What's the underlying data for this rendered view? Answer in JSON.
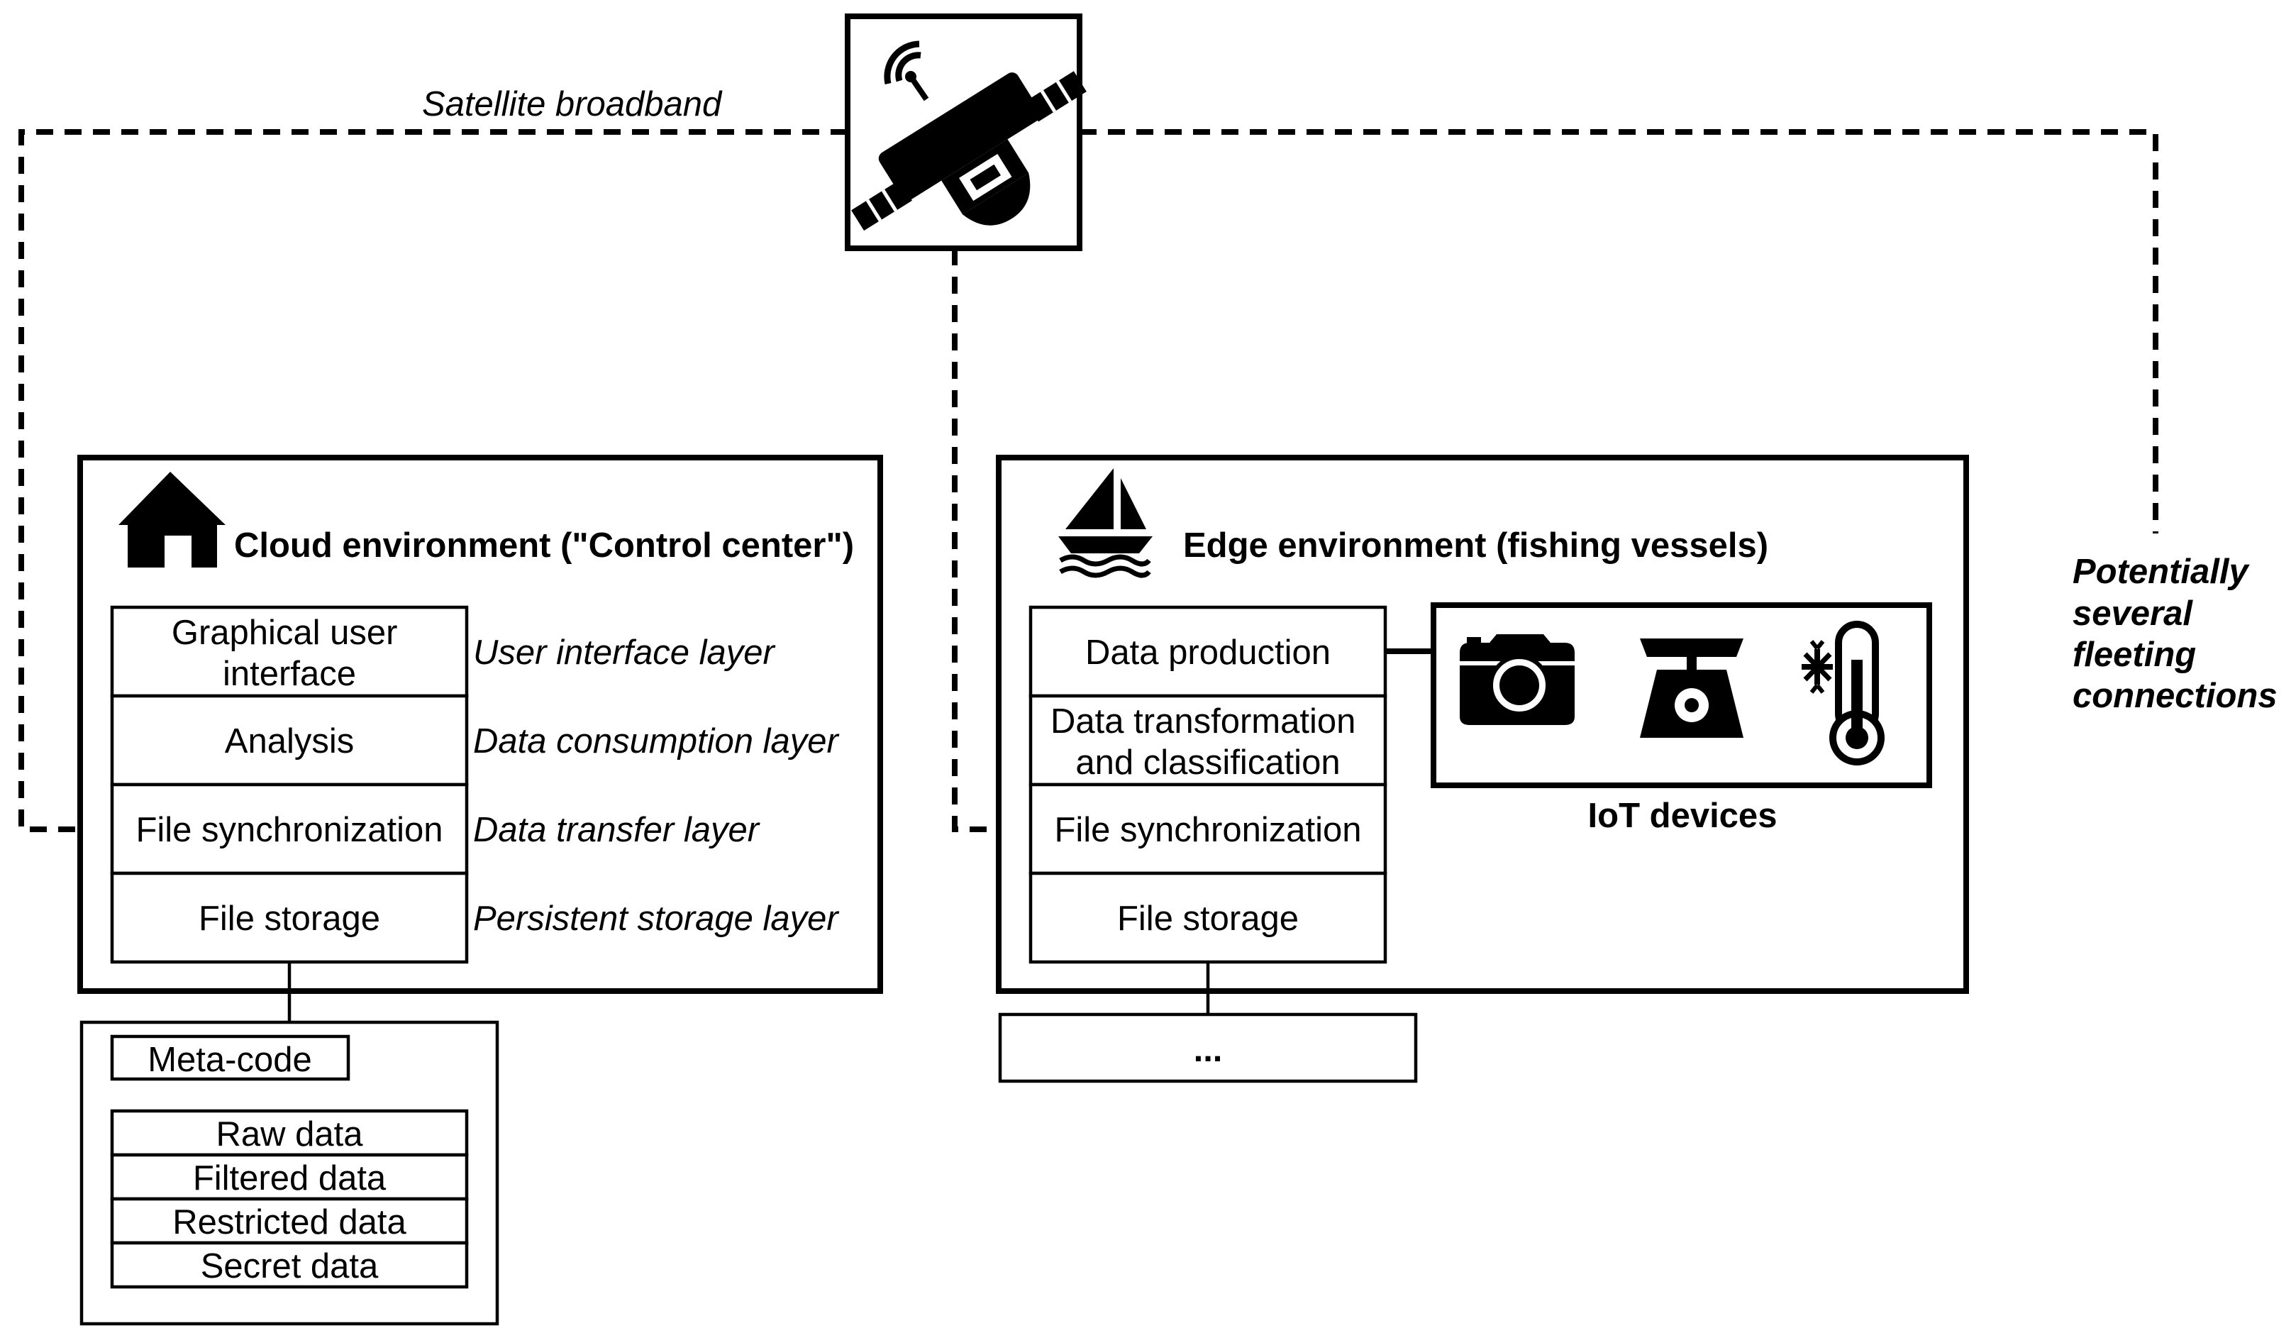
{
  "satellite": {
    "label": "Satellite broadband",
    "icon": "satellite-icon"
  },
  "note": {
    "lines": [
      "Potentially",
      "several",
      "fleeting",
      "connections"
    ]
  },
  "cloud": {
    "title": "Cloud environment (\"Control center\")",
    "icon": "house-icon",
    "stack": [
      {
        "lines": [
          "Graphical user",
          "interface"
        ],
        "layer": "User interface layer"
      },
      {
        "lines": [
          "Analysis"
        ],
        "layer": "Data consumption layer"
      },
      {
        "lines": [
          "File synchronization"
        ],
        "layer": "Data transfer layer"
      },
      {
        "lines": [
          "File storage"
        ],
        "layer": "Persistent storage layer"
      }
    ],
    "storage": {
      "meta": "Meta-code",
      "data_items": [
        "Raw data",
        "Filtered data",
        "Restricted data",
        "Secret data"
      ]
    }
  },
  "edge": {
    "title": "Edge environment (fishing vessels)",
    "icon": "sailboat-icon",
    "stack": [
      {
        "lines": [
          "Data production"
        ]
      },
      {
        "lines": [
          "Data transformation",
          "and classification"
        ]
      },
      {
        "lines": [
          "File synchronization"
        ]
      },
      {
        "lines": [
          "File storage"
        ]
      }
    ],
    "storage_placeholder": "...",
    "iot": {
      "label": "IoT devices",
      "devices": [
        "camera-icon",
        "scale-icon",
        "thermometer-icon"
      ]
    }
  }
}
